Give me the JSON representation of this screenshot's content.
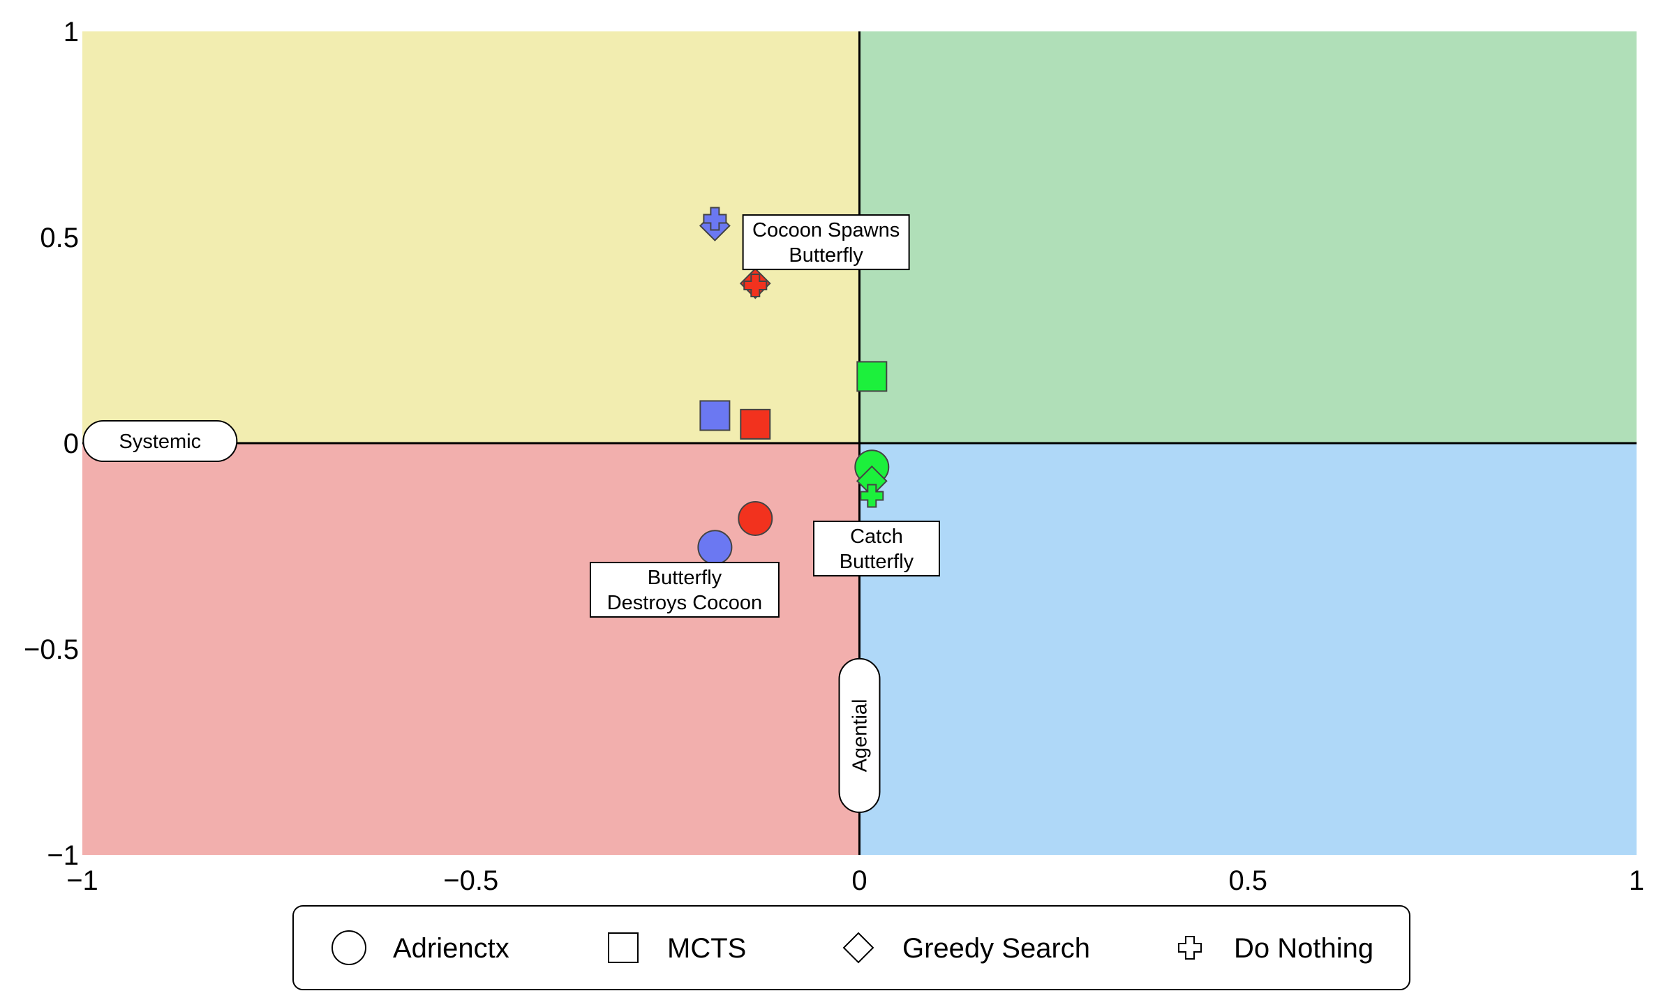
{
  "chart_data": {
    "type": "scatter",
    "xlim": [
      -1,
      1
    ],
    "ylim": [
      -1,
      1
    ],
    "x_ticks": [
      {
        "value": -1,
        "label": "−1"
      },
      {
        "value": -0.5,
        "label": "−0.5"
      },
      {
        "value": 0,
        "label": "0"
      },
      {
        "value": 0.5,
        "label": "0.5"
      },
      {
        "value": 1,
        "label": "1"
      }
    ],
    "y_ticks": [
      {
        "value": 1,
        "label": "1"
      },
      {
        "value": 0.5,
        "label": "0.5"
      },
      {
        "value": 0,
        "label": "0"
      },
      {
        "value": -0.5,
        "label": "−0.5"
      },
      {
        "value": -1,
        "label": "−1"
      }
    ],
    "quadrants": [
      {
        "id": "top-left",
        "x": [
          -1,
          0
        ],
        "y": [
          0,
          1
        ],
        "color": "#f2edb0"
      },
      {
        "id": "top-right",
        "x": [
          0,
          1
        ],
        "y": [
          0,
          1
        ],
        "color": "#b0dfb8"
      },
      {
        "id": "bottom-left",
        "x": [
          -1,
          0
        ],
        "y": [
          -1,
          0
        ],
        "color": "#f2afad"
      },
      {
        "id": "bottom-right",
        "x": [
          0,
          1
        ],
        "y": [
          -1,
          0
        ],
        "color": "#afd8f8"
      }
    ],
    "axis_labels": {
      "horizontal": {
        "text": "Systemic",
        "x": -0.9,
        "y": 0.005
      },
      "vertical": {
        "text": "Agential",
        "x": 0,
        "y": -0.71
      }
    },
    "scenario_colors": {
      "blue": "#6b78f2",
      "red": "#f2321e",
      "green": "#1cf03c"
    },
    "series": [
      {
        "name": "Adrienctx",
        "marker": "circle",
        "points": [
          {
            "scenario": "blue",
            "x": -0.186,
            "y": -0.253
          },
          {
            "scenario": "red",
            "x": -0.134,
            "y": -0.183
          },
          {
            "scenario": "green",
            "x": 0.016,
            "y": -0.058
          }
        ]
      },
      {
        "name": "MCTS",
        "marker": "square",
        "points": [
          {
            "scenario": "blue",
            "x": -0.186,
            "y": 0.067
          },
          {
            "scenario": "red",
            "x": -0.134,
            "y": 0.046
          },
          {
            "scenario": "green",
            "x": 0.016,
            "y": 0.162
          }
        ]
      },
      {
        "name": "Greedy Search",
        "marker": "diamond",
        "points": [
          {
            "scenario": "blue",
            "x": -0.186,
            "y": 0.528
          },
          {
            "scenario": "red",
            "x": -0.134,
            "y": 0.388
          },
          {
            "scenario": "green",
            "x": 0.016,
            "y": -0.092
          }
        ]
      },
      {
        "name": "Do Nothing",
        "marker": "plus",
        "points": [
          {
            "scenario": "blue",
            "x": -0.186,
            "y": 0.545
          },
          {
            "scenario": "red",
            "x": -0.134,
            "y": 0.383
          },
          {
            "scenario": "green",
            "x": 0.016,
            "y": -0.128
          }
        ]
      }
    ],
    "annotations": [
      {
        "lines": [
          "Cocoon Spawns",
          "Butterfly"
        ],
        "x": -0.043,
        "y": 0.488
      },
      {
        "lines": [
          "Catch",
          "Butterfly"
        ],
        "x": 0.022,
        "y": -0.256
      },
      {
        "lines": [
          "Butterfly",
          "Destroys Cocoon"
        ],
        "x": -0.225,
        "y": -0.356
      }
    ],
    "legend": {
      "position": "bottom",
      "entries": [
        {
          "label": "Adrienctx",
          "marker": "circle"
        },
        {
          "label": "MCTS",
          "marker": "square"
        },
        {
          "label": "Greedy Search",
          "marker": "diamond"
        },
        {
          "label": "Do Nothing",
          "marker": "plus"
        }
      ]
    },
    "grid": false
  }
}
